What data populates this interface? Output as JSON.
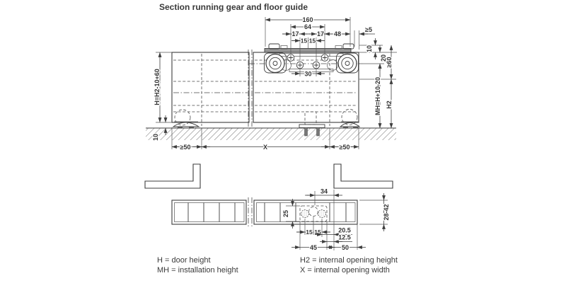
{
  "title": "Section running gear and floor guide",
  "section_view": {
    "dims": {
      "track_length": "160",
      "carriage_width": "64",
      "offset_left": "17",
      "offset_right": "17",
      "end_clearance": "48",
      "wall_gap": "≥5",
      "bolt_left": "15",
      "bolt_right": "15",
      "bolt_spacing": "30",
      "track_height": "10",
      "top_inset": "20",
      "headroom": "≥60",
      "door_height": "H=H2-10+60",
      "floor_clearance": "10",
      "installation_height": "MH=H+10-20",
      "opening_height": "H2",
      "overlap_left": "≥50",
      "opening_width": "X",
      "overlap_right": "≥50"
    }
  },
  "plan_view": {
    "dims": {
      "guide_to_wall": "34",
      "guide_width": "25",
      "screw_left": "15",
      "screw_right": "15",
      "edge_a": "20.5",
      "edge_b": "12.5",
      "plate_width": "45",
      "wall_overlap": "50",
      "door_thickness": "28-42"
    }
  },
  "legend": {
    "items": [
      {
        "label": "H = door height"
      },
      {
        "label": "MH = installation height"
      },
      {
        "label": "H2 = internal opening height"
      },
      {
        "label": "X = internal opening width"
      }
    ]
  },
  "colors": {
    "line": "#3d3d3d",
    "text": "#333333",
    "fill_light": "#d8d8d8",
    "background": "#ffffff"
  }
}
